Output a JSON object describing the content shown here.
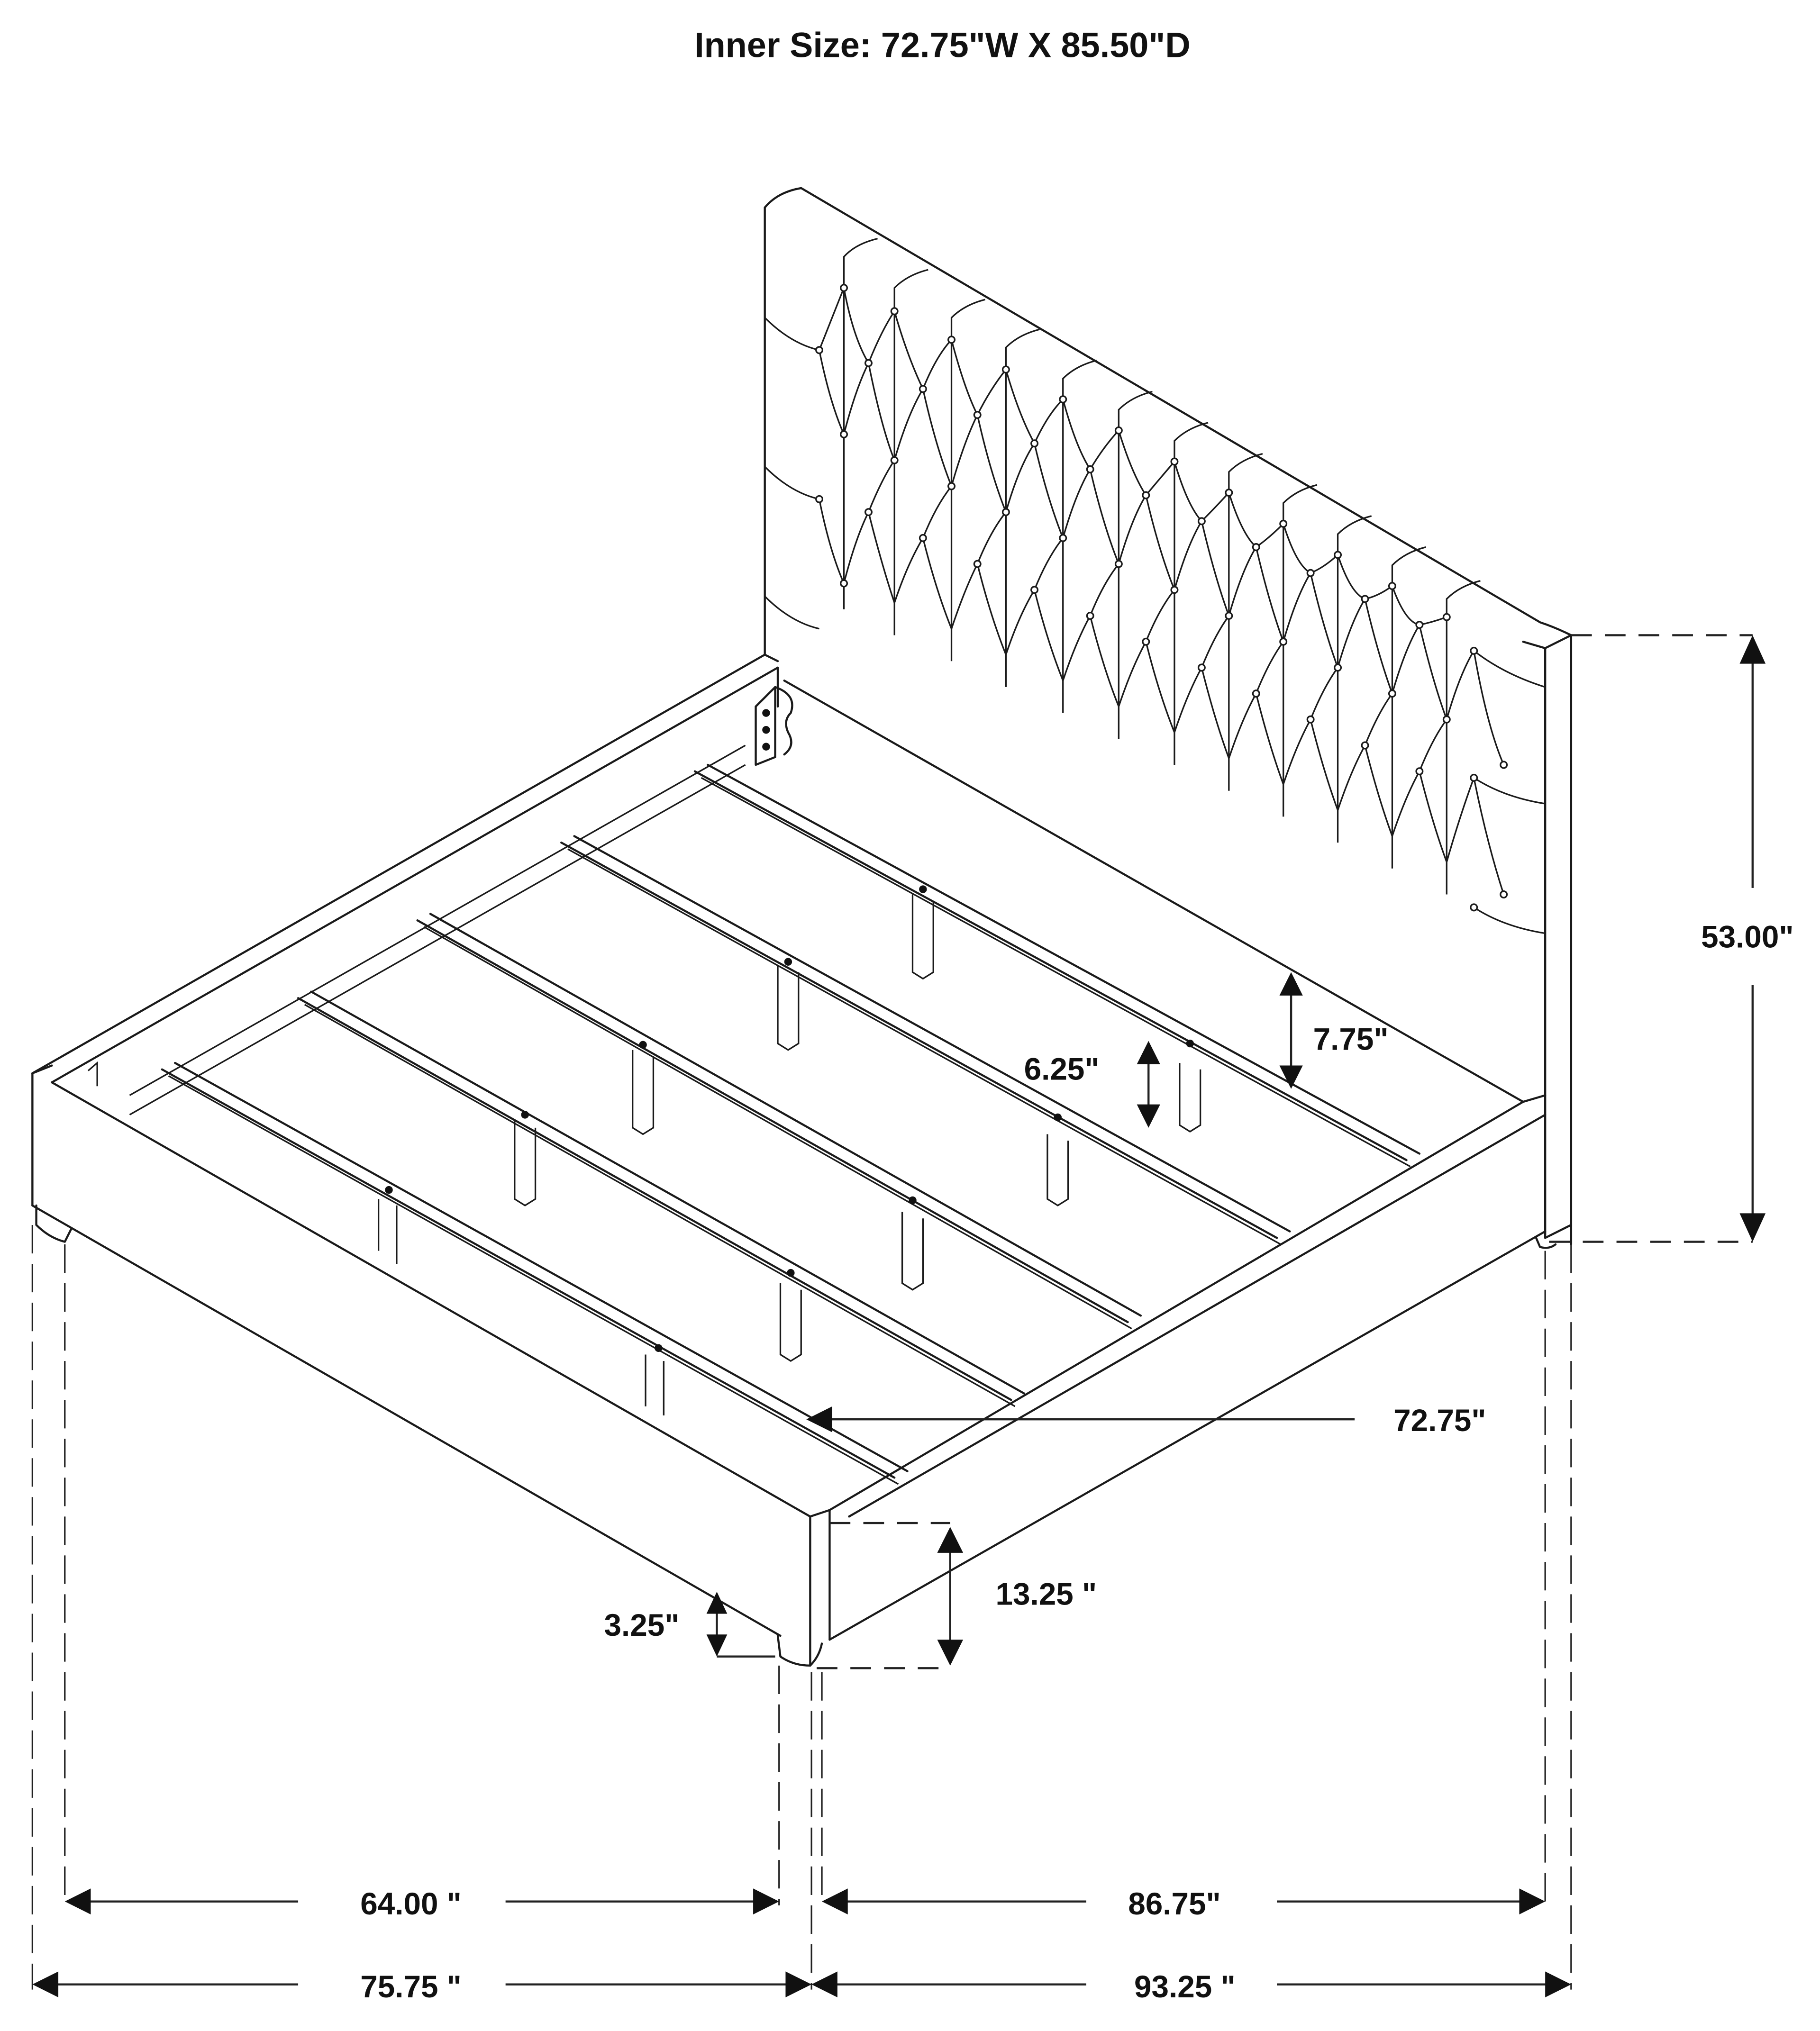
{
  "title": "Inner Size: 72.75\"W X 85.50\"D",
  "product": {
    "type": "bed frame with tufted headboard",
    "view": "isometric line drawing"
  },
  "dimensions": {
    "headboard_height": "53.00\"",
    "side_rail_height": "7.75\"",
    "slat_support_height": "6.25\"",
    "inner_width": "72.75\"",
    "footboard_height": "13.25 \"",
    "leg_height": "3.25\"",
    "inner_width_front": "64.00 \"",
    "inner_length": "86.75\"",
    "overall_width": "75.75 \"",
    "overall_length": "93.25 \""
  },
  "colors": {
    "background": "#ffffff",
    "line": "#1a1a1a"
  }
}
